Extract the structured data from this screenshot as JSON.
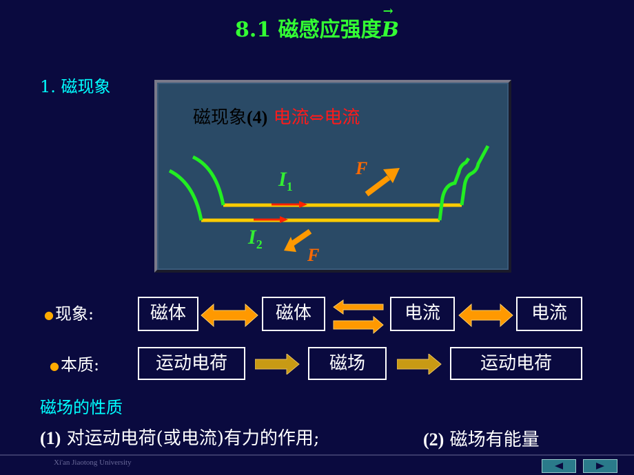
{
  "title": {
    "text": "8.1  磁感应强度",
    "vector": "B"
  },
  "section1": "1. 磁现象",
  "panel": {
    "prefix": "磁现象",
    "number": "(4)",
    "phrase": "电流⇔电流",
    "labels": {
      "i1": "I",
      "i1_sub": "1",
      "i2": "I",
      "i2_sub": "2",
      "f_top": "F",
      "f_bottom": "F"
    }
  },
  "row1": {
    "label": "现象:",
    "boxes": [
      "磁体",
      "磁体",
      "电流",
      "电流"
    ]
  },
  "row2": {
    "label": "本质:",
    "boxes": [
      "运动电荷",
      "磁场",
      "运动电荷"
    ]
  },
  "section2": "磁场的性质",
  "property1": {
    "num": "(1)",
    "text": "对运动电荷(或电流)有力的作用;"
  },
  "property2": {
    "num": "(2)",
    "text": "磁场有能量"
  },
  "footer": "Xi'an Jiaotong University",
  "colors": {
    "background": "#0a0a3f",
    "title": "#33ff33",
    "section": "#00ffff",
    "arrow": "#ff9900",
    "wire": "#ffcc00",
    "current": "#ff2200"
  }
}
